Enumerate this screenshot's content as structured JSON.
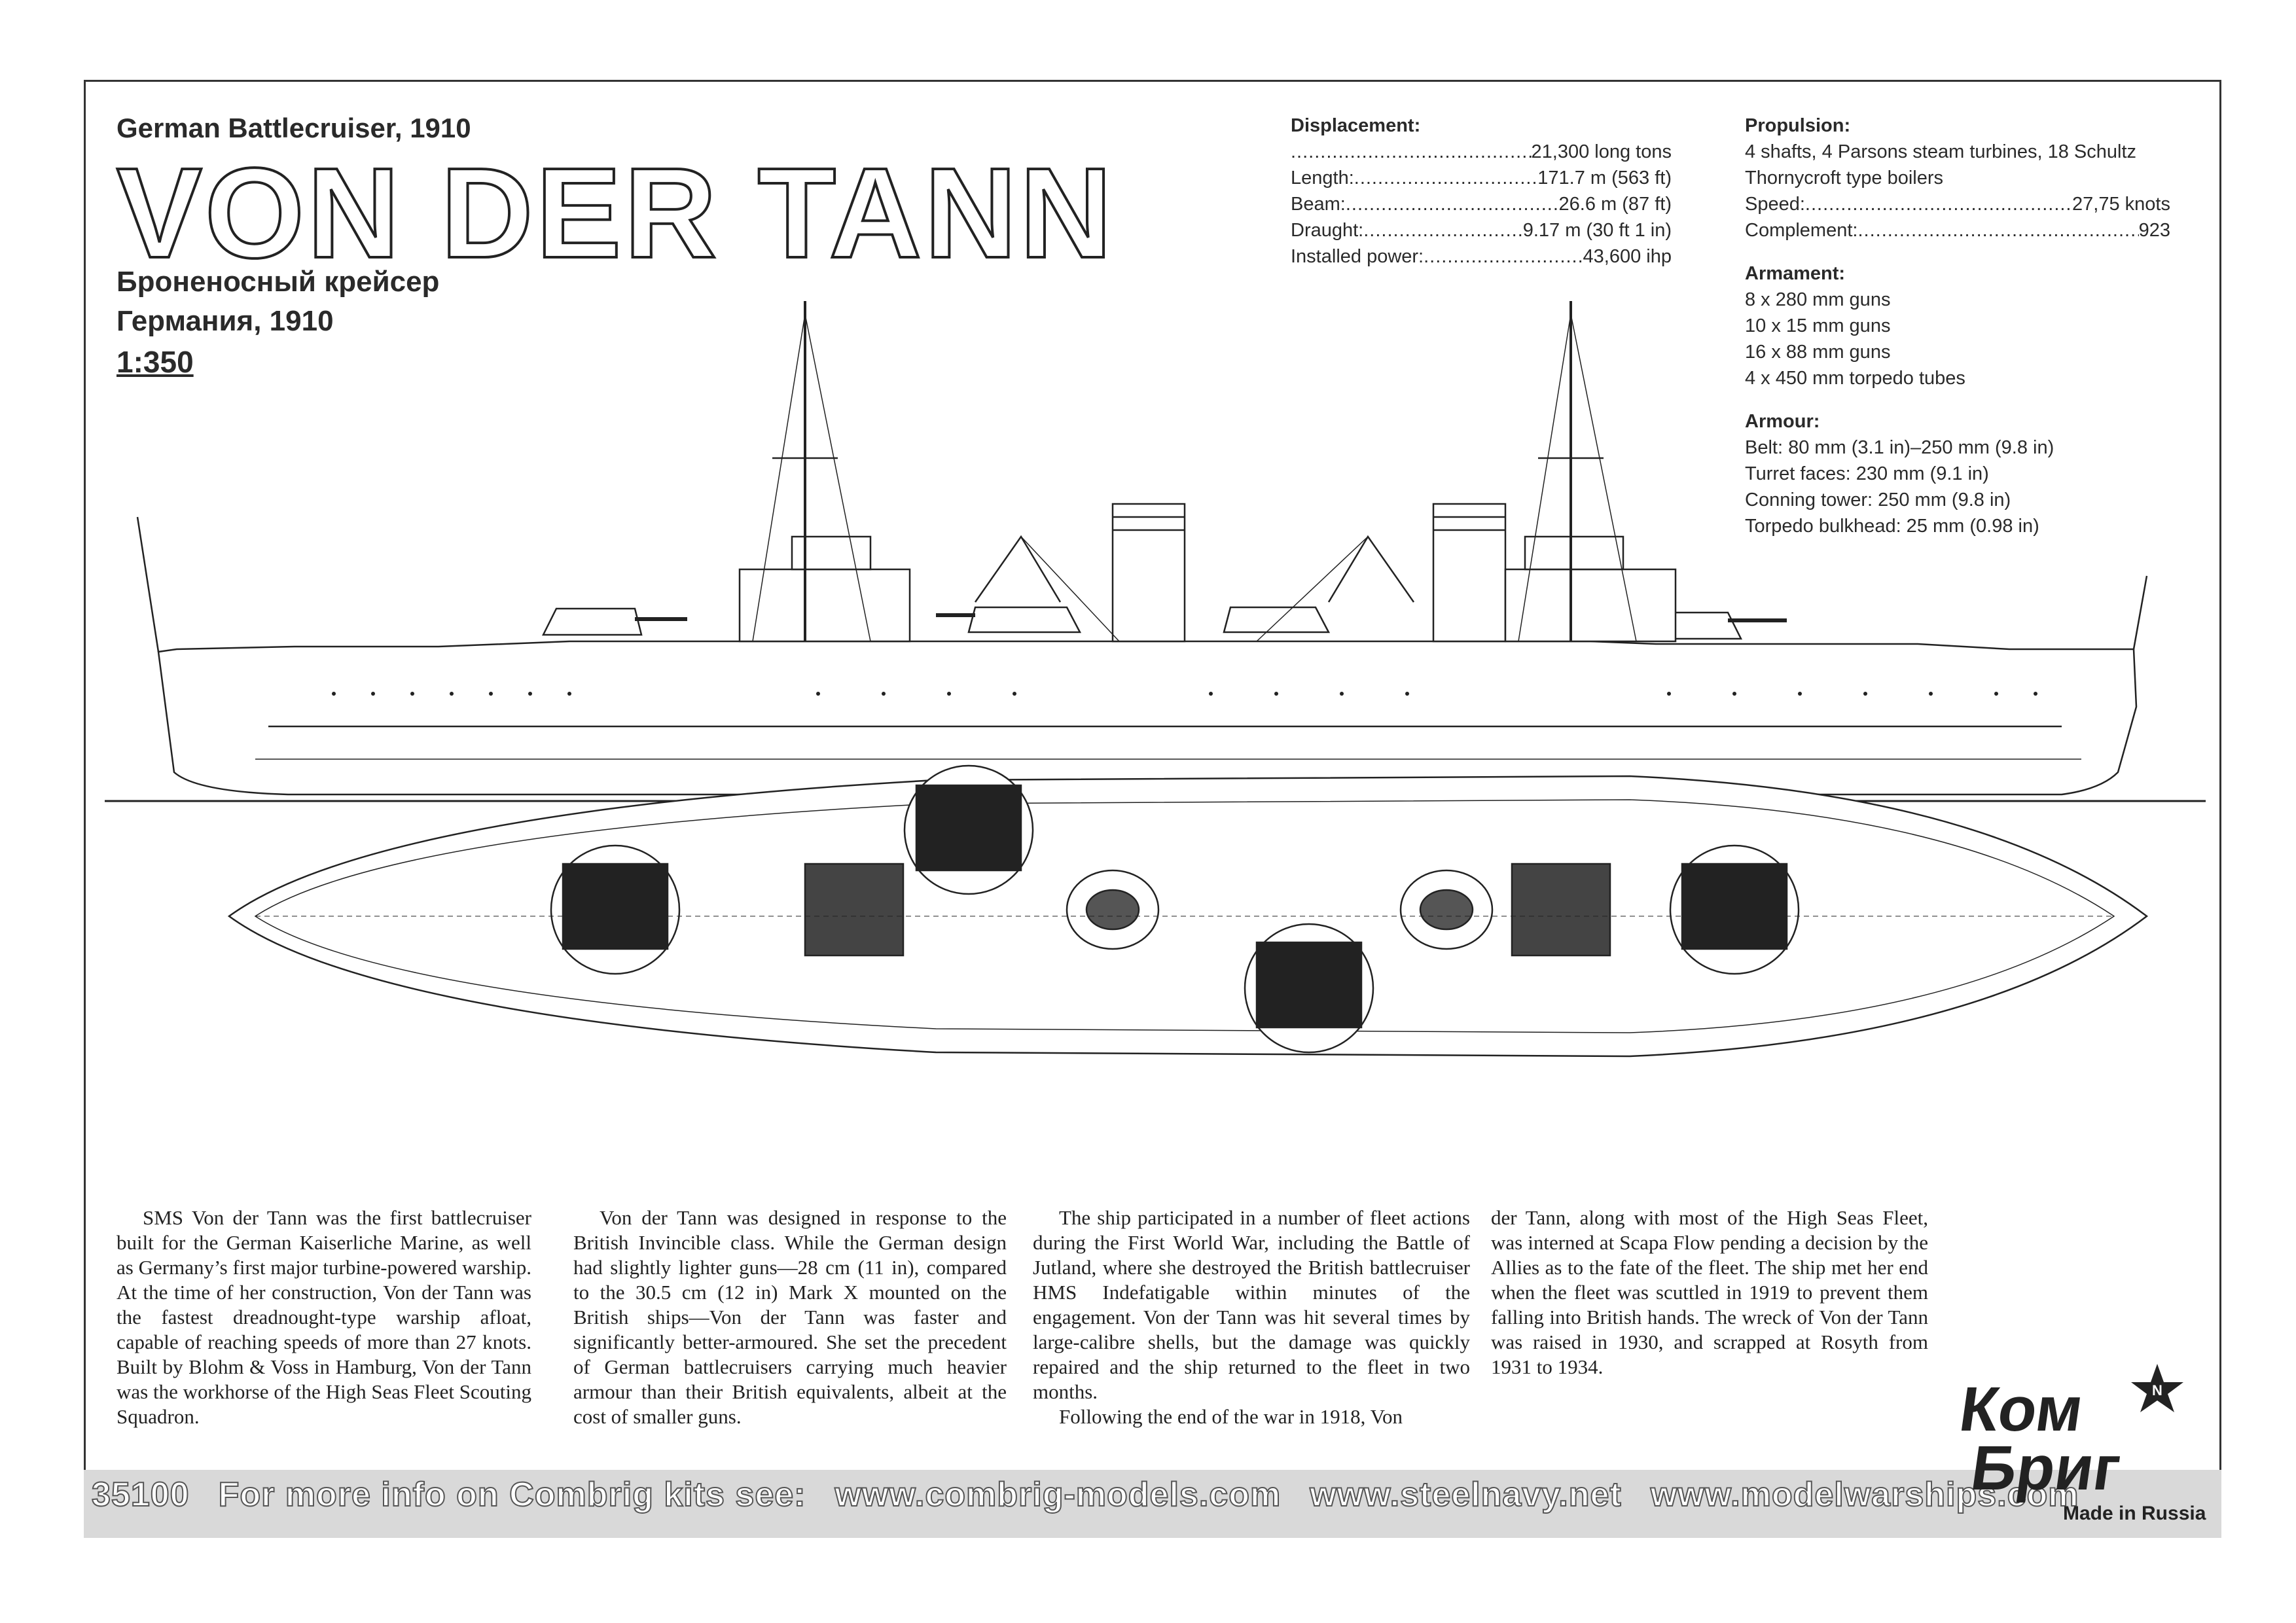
{
  "header": {
    "subtitle_en": "German Battlecruiser, 1910",
    "ship_name": "VON DER TANN",
    "subtitle_ru_1": "Броненосный крейсер",
    "subtitle_ru_2": "Германия, 1910",
    "scale": "1:350"
  },
  "specs": {
    "displacement_heading": "Displacement:",
    "displacement_value": "21,300 long tons",
    "length_label": "Length:",
    "length_value": "171.7 m (563 ft)",
    "beam_label": "Beam:",
    "beam_value": "26.6 m (87 ft)",
    "draught_label": "Draught:",
    "draught_value": "9.17 m (30 ft 1 in)",
    "power_label": "Installed power:",
    "power_value": "43,600 ihp",
    "propulsion_heading": "Propulsion:",
    "propulsion_line1": "4 shafts, 4 Parsons steam turbines, 18 Schultz",
    "propulsion_line2": "Thornycroft type boilers",
    "speed_label": "Speed:",
    "speed_value": "27,75 knots",
    "complement_label": "Complement:",
    "complement_value": "923",
    "armament_heading": "Armament:",
    "armament": [
      "8 x 280 mm guns",
      "10 x 15 mm guns",
      "16 x 88 mm guns",
      "4 x 450 mm torpedo tubes"
    ],
    "armour_heading": "Armour:",
    "armour": [
      "Belt: 80 mm (3.1 in)–250 mm (9.8 in)",
      "Turret faces: 230 mm (9.1 in)",
      "Conning tower: 250 mm (9.8 in)",
      "Torpedo bulkhead: 25 mm (0.98 in)"
    ]
  },
  "body": {
    "col1": "SMS Von der Tann was the first battlecruiser built for the German Kaiserliche Marine, as well as Germany’s first major turbine-powered warship. At the time of her construction, Von der Tann was the fastest dreadnought-type warship afloat, capable of reaching speeds of more than 27 knots. Built by Blohm & Voss in Hamburg, Von der Tann was the workhorse of the High Seas Fleet Scouting Squadron.",
    "col2": "Von der Tann was designed in response to the British Invincible class. While the German design had slightly lighter guns—28 cm (11 in), compared to the 30.5 cm (12 in) Mark X mounted on the British ships—Von der Tann was faster and significantly better-armoured. She set the precedent of German battlecruisers carrying much heavier armour than their British equivalents, albeit at the cost of smaller guns.",
    "col3a": "The ship participated in a number of fleet actions during the First World War, including the Battle of Jutland, where she destroyed the British battlecruiser HMS Indefatigable within minutes of the engagement. Von der Tann was hit several times by large-calibre shells, but the damage was quickly repaired and the ship returned to the fleet in two months.",
    "col3b": "Following the end of the war in 1918, Von",
    "col4": "der Tann, along with most of the High Seas Fleet, was interned at Scapa Flow pending a decision by the Allies as to the fate of the fleet. The ship met her end when the fleet was scuttled in 1919 to prevent them falling into British hands. The wreck of Von der Tann was raised in 1930, and scrapped at Rosyth from 1931 to 1934."
  },
  "footer": {
    "code": "35100",
    "info": "For more info on Combrig kits see:",
    "site1": "www.combrig-models.com",
    "site2": "www.steelnavy.net",
    "site3": "www.modelwarships.com"
  },
  "logo": {
    "line1": "Ком",
    "line2": "Бриг",
    "made_in": "Made in Russia"
  }
}
